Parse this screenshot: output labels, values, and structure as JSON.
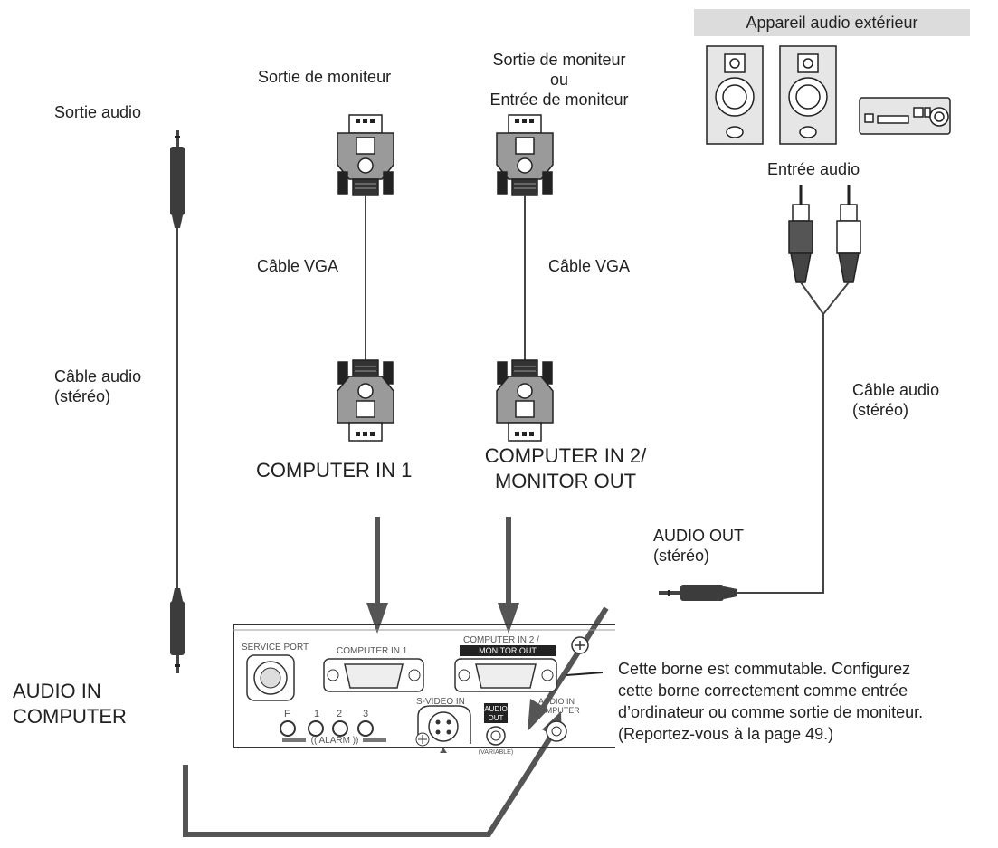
{
  "labels": {
    "audio_out_source": "Sortie audio",
    "monitor_out_1": "Sortie de moniteur",
    "monitor_out_or_in": "Sortie de moniteur\nou\nEntrée de moniteur",
    "external_audio": "Appareil audio extérieur",
    "audio_input": "Entrée audio",
    "vga_cable_1": "Câble VGA",
    "vga_cable_2": "Câble VGA",
    "audio_cable_left": "Câble audio\n(stéréo)",
    "audio_cable_right": "Câble audio\n(stéréo)",
    "computer_in_1": "COMPUTER IN 1",
    "computer_in_2": "COMPUTER IN 2/\nMONITOR OUT",
    "audio_out_stereo": "AUDIO OUT\n(stéréo)",
    "audio_in_computer": "AUDIO IN\nCOMPUTER",
    "note": "Cette borne est commutable. Configurez\ncette borne correctement comme entrée\nd’ordinateur ou comme sortie de moniteur.\n(Reportez-vous à la page 49.)"
  },
  "panel": {
    "service_port": "SERVICE PORT",
    "computer_in_1": "COMPUTER IN 1",
    "computer_in_2_line1": "COMPUTER IN 2 /",
    "computer_in_2_line2": "MONITOR OUT",
    "s_video_in": "S-VIDEO IN",
    "audio_out_line1": "AUDIO",
    "audio_out_line2": "OUT",
    "variable": "(VARIABLE)",
    "audio_in_line1": "AUDIO IN",
    "audio_in_line2": "COMPUTER",
    "alarm_f": "F",
    "alarm_1": "1",
    "alarm_2": "2",
    "alarm_3": "3",
    "alarm": "(( ALARM ))"
  },
  "colors": {
    "cable": "#3a3a3a",
    "connector": "#555555",
    "arrow": "#555555",
    "panel_line": "#333333"
  }
}
